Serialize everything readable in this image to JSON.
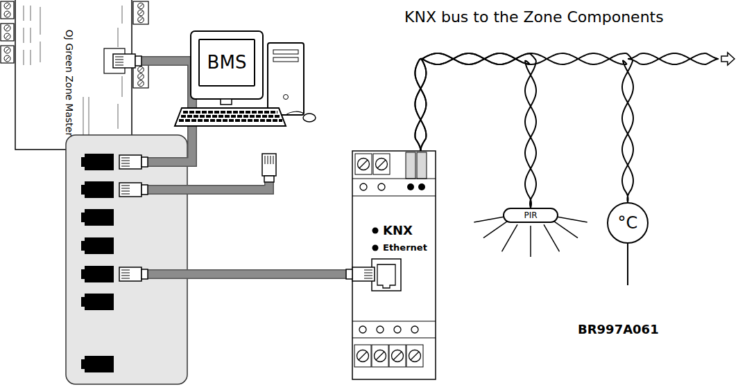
{
  "diagram": {
    "nodes": [
      {
        "text": [
          "OJ Green Zone Master"
        ]
      },
      {
        "text": [
          "BMS"
        ]
      },
      {
        "text": [
          "KNX",
          "Ethernet"
        ]
      },
      {
        "text": [
          "PIR"
        ]
      },
      {
        "text": [
          "°C"
        ]
      }
    ],
    "edges": [
      {
        "from": 2,
        "to": 3,
        "arrow": "none"
      },
      {
        "from": 2,
        "to": 4,
        "arrow": "none"
      }
    ],
    "labels": [
      "KNX bus to the Zone Components",
      "BR997A061"
    ]
  }
}
